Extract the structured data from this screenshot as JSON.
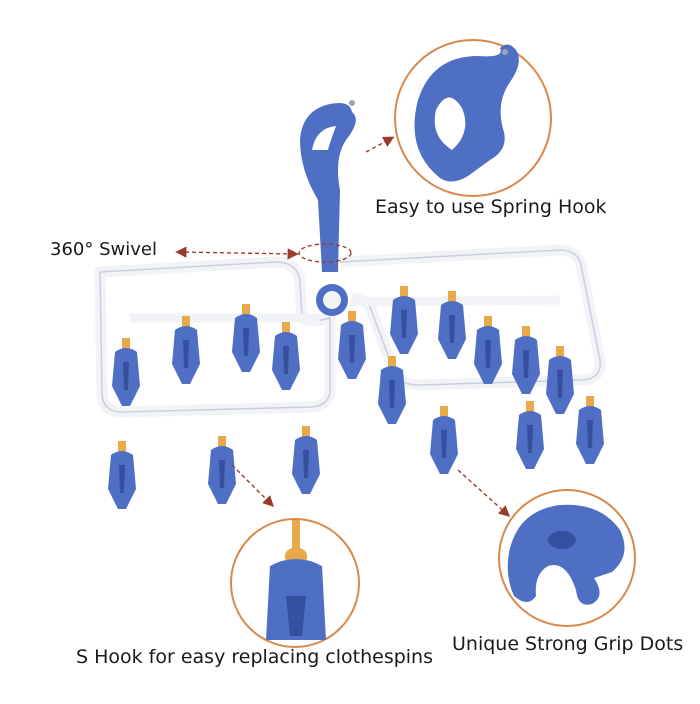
{
  "labels": {
    "spring_hook": "Easy to use Spring Hook",
    "swivel": "360°  Swivel",
    "s_hook": "S Hook for easy replacing clothespins",
    "grip_dots": "Unique Strong Grip Dots"
  },
  "colors": {
    "clip_blue": "#4f6fc4",
    "clip_blue_dark": "#34509e",
    "hook_orange": "#e8a94a",
    "frame_white": "#f1f3f7",
    "frame_edge": "#c9cfdc",
    "callout_circle": "#d9884a",
    "arrow": "#9a3b2c"
  },
  "icons": [
    "spring-hook-icon",
    "swivel-arrow-icon",
    "s-hook-icon",
    "grip-dots-icon",
    "clothespin-icon"
  ]
}
